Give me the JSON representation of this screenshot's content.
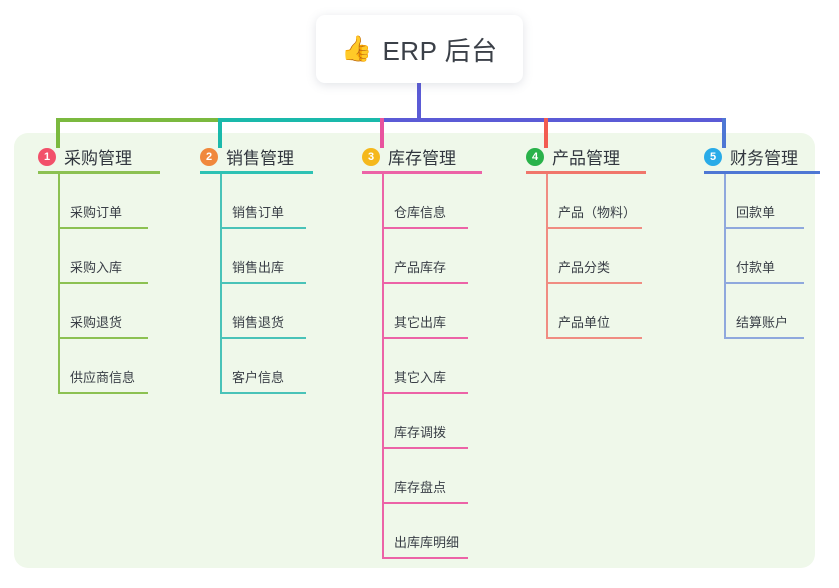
{
  "root": {
    "icon": "thumbs-up-emoji",
    "emoji": "👍",
    "title": "ERP 后台"
  },
  "palette": {
    "panel_bg": "#eff8ea",
    "page_bg": "#ffffff",
    "stem_indigo": "#5b5bd6",
    "green": "#7bb93f",
    "teal": "#1ab9ab",
    "pink": "#e8539e",
    "red": "#f25c52",
    "blue": "#4e77d4",
    "child_green": "#8cc152",
    "child_teal": "#49c3b8",
    "child_pink": "#ec63a7",
    "child_red": "#f08c82",
    "child_blue": "#8fa8dd",
    "badge1": "#f2506a",
    "badge2": "#f0883c",
    "badge3": "#f5b81c",
    "badge4": "#29b24a",
    "badge5": "#29abe8",
    "text": "#32373f"
  },
  "columns": [
    {
      "number": "1",
      "title": "采购管理",
      "badge_color": "#f2506a",
      "rule_color": "#8cc152",
      "line_color": "#7bb93f",
      "child_color": "#8cc152",
      "children": [
        "采购订单",
        "采购入库",
        "采购退货",
        "供应商信息"
      ]
    },
    {
      "number": "2",
      "title": "销售管理",
      "badge_color": "#f0883c",
      "rule_color": "#2dc2b4",
      "line_color": "#1ab9ab",
      "child_color": "#49c3b8",
      "children": [
        "销售订单",
        "销售出库",
        "销售退货",
        "客户信息"
      ]
    },
    {
      "number": "3",
      "title": "库存管理",
      "badge_color": "#f5b81c",
      "rule_color": "#ec63a7",
      "line_color": "#e8539e",
      "child_color": "#ec63a7",
      "children": [
        "仓库信息",
        "产品库存",
        "其它出库",
        "其它入库",
        "库存调拨",
        "库存盘点",
        "出库库明细"
      ]
    },
    {
      "number": "4",
      "title": "产品管理",
      "badge_color": "#29b24a",
      "rule_color": "#f0766b",
      "line_color": "#f25c52",
      "child_color": "#f08c82",
      "children": [
        "产品（物料）",
        "产品分类",
        "产品单位"
      ]
    },
    {
      "number": "5",
      "title": "财务管理",
      "badge_color": "#29abe8",
      "rule_color": "#4e77d4",
      "line_color": "#4e77d4",
      "child_color": "#8fa8dd",
      "children": [
        "回款单",
        "付款单",
        "结算账户"
      ]
    }
  ],
  "connectors": {
    "root_stem_color": "#5b5bd6",
    "bus_segments": [
      {
        "color": "#7bb93f",
        "from": "col1",
        "to": "col2"
      },
      {
        "color": "#1ab9ab",
        "from": "col2",
        "to": "col3"
      },
      {
        "color": "#5b5bd6",
        "from": "col3",
        "to": "col5"
      }
    ]
  }
}
